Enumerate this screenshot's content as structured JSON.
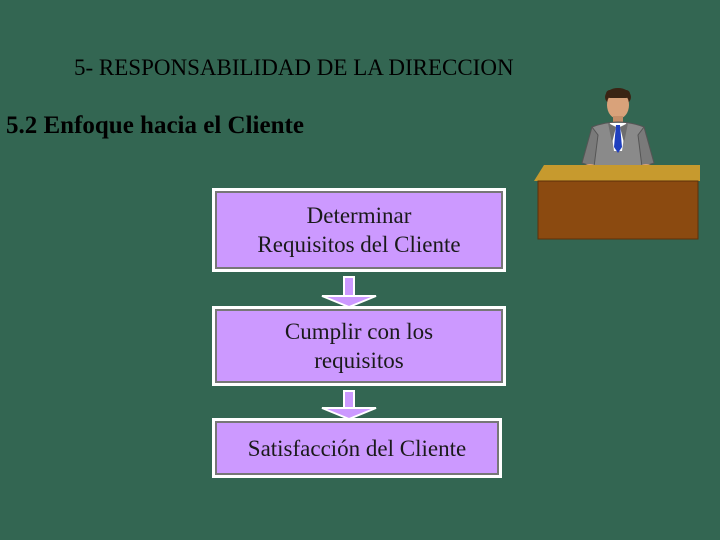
{
  "slide": {
    "heading": "5- RESPONSABILIDAD DE LA DIRECCION",
    "subheading": "5.2 Enfoque hacia el Cliente"
  },
  "flow": {
    "steps": [
      {
        "line1": "Determinar",
        "line2": "Requisitos del Cliente"
      },
      {
        "line1": "Cumplir con los",
        "line2": "requisitos"
      },
      {
        "line1": "Satisfacción del Cliente"
      }
    ]
  },
  "colors": {
    "background": "#336652",
    "box_fill": "#cc99ff",
    "arrow_fill": "#cc99ff",
    "desk": "#8b4a10"
  },
  "icons": {
    "illustration": "businessman-at-desk-icon",
    "connector": "down-arrow-icon"
  }
}
